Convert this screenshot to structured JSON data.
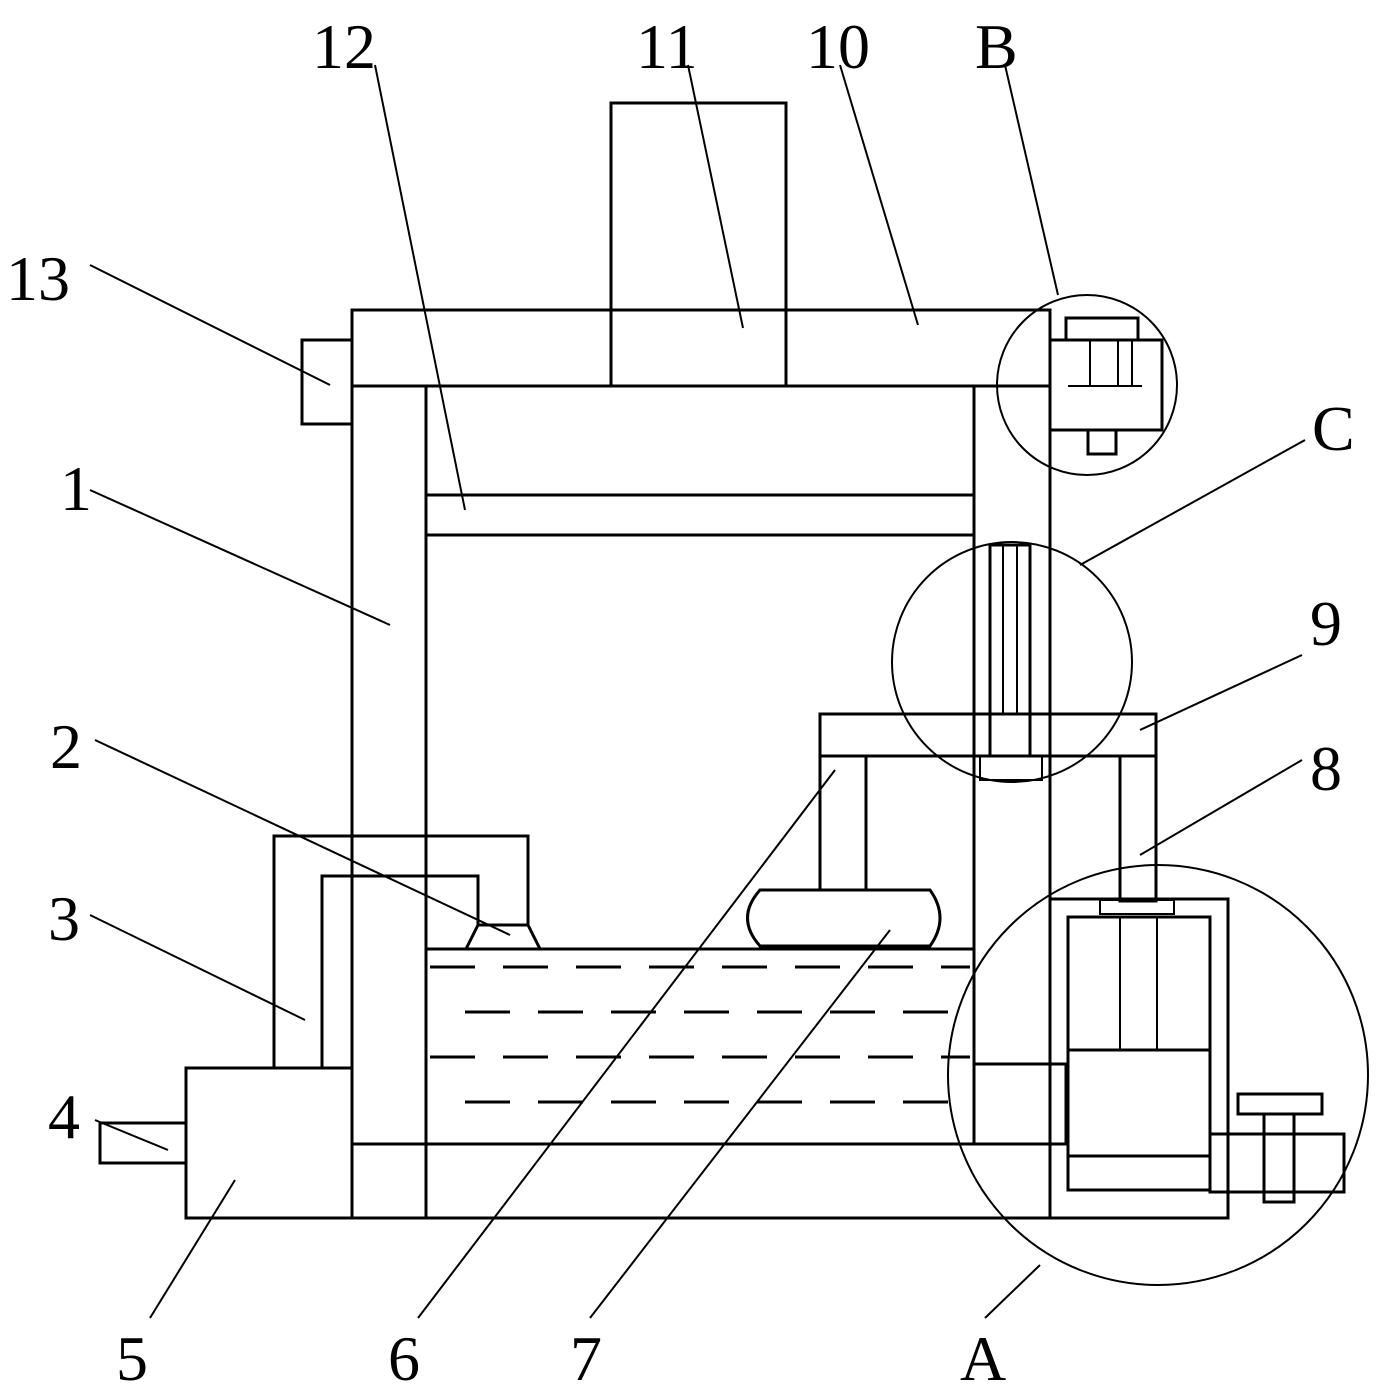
{
  "figure": {
    "labels": {
      "l1": "1",
      "l2": "2",
      "l3": "3",
      "l4": "4",
      "l5": "5",
      "l6": "6",
      "l7": "7",
      "l8": "8",
      "l9": "9",
      "l10": "10",
      "l11": "11",
      "l12": "12",
      "l13": "13",
      "lA": "A",
      "lB": "B",
      "lC": "C"
    }
  }
}
